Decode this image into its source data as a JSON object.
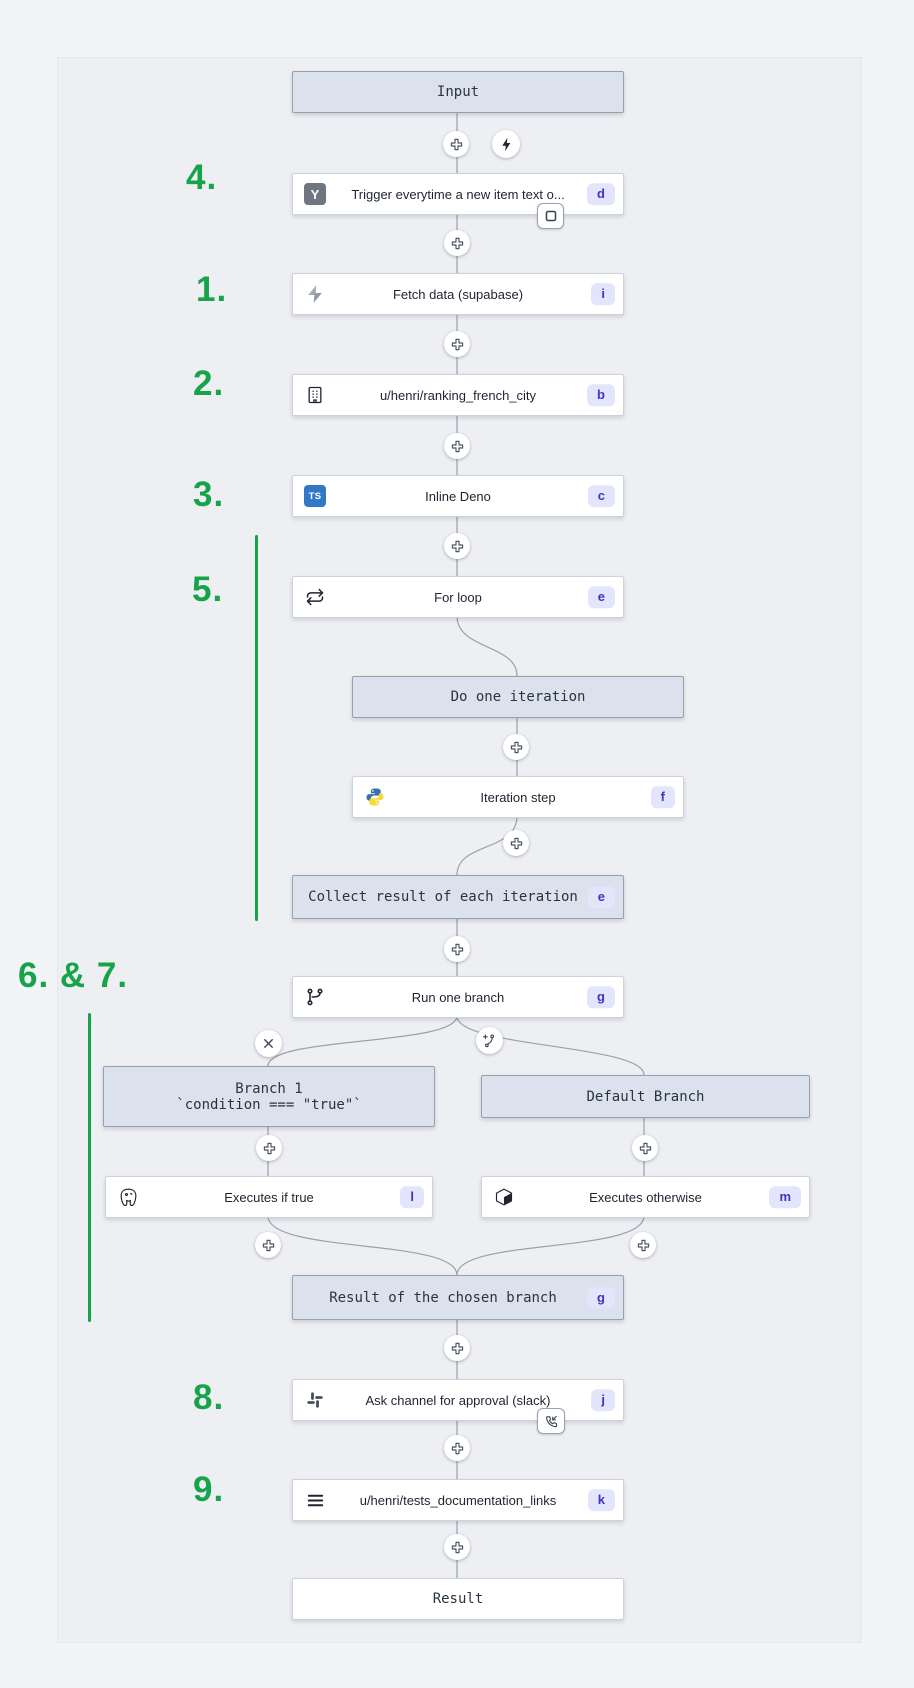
{
  "flow": {
    "input": {
      "label": "Input"
    },
    "trigger": {
      "label": "Trigger everytime a new item text o...",
      "badge": "d",
      "icon_text": "Y"
    },
    "fetch": {
      "label": "Fetch data (supabase)",
      "badge": "i"
    },
    "ranking": {
      "label": "u/henri/ranking_french_city",
      "badge": "b"
    },
    "deno": {
      "label": "Inline Deno",
      "badge": "c",
      "icon_text": "TS"
    },
    "forloop": {
      "label": "For loop",
      "badge": "e"
    },
    "do_iteration": {
      "label": "Do one iteration"
    },
    "iteration_step": {
      "label": "Iteration step",
      "badge": "f"
    },
    "collect": {
      "label": "Collect result of each iteration",
      "badge": "e"
    },
    "run_branch": {
      "label": "Run one branch",
      "badge": "g"
    },
    "branch1": {
      "label": "Branch 1",
      "condition": "`condition === \"true\"`"
    },
    "default_branch": {
      "label": "Default Branch"
    },
    "exec_true": {
      "label": "Executes if true",
      "badge": "l"
    },
    "exec_otherwise": {
      "label": "Executes otherwise",
      "badge": "m"
    },
    "chosen_result": {
      "label": "Result of the chosen branch",
      "badge": "g"
    },
    "slack": {
      "label": "Ask channel for approval (slack)",
      "badge": "j"
    },
    "tests": {
      "label": "u/henri/tests_documentation_links",
      "badge": "k"
    },
    "result": {
      "label": "Result"
    }
  },
  "annotations": {
    "step4": "4.",
    "step1": "1.",
    "step2": "2.",
    "step3": "3.",
    "step5": "5.",
    "step6_7": "6. & 7.",
    "step8": "8.",
    "step9": "9."
  },
  "icons": {
    "add": "plus-icon",
    "trigger_toggle": "lightning-icon",
    "delete_branch": "x-icon",
    "add_branch": "branch-plus-icon",
    "early_stop": "square-icon",
    "suspend": "phone-incoming-icon",
    "trigger_app": "hackernews-icon",
    "fetch_app": "supabase-icon",
    "ranking_app": "building-icon",
    "deno_app": "typescript-icon",
    "forloop_glyph": "repeat-icon",
    "iteration_app": "python-icon",
    "branch_glyph": "git-branch-icon",
    "exec_true_app": "postgresql-icon",
    "exec_otherwise_app": "cube-icon",
    "slack_app": "slack-icon",
    "tests_app": "menu-icon"
  },
  "colors": {
    "annotation_green": "#17a34a",
    "badge_bg": "#e2e5fc",
    "badge_text": "#4334bd",
    "virtual_node_bg": "#dbe2ee",
    "node_bg": "#ffffff",
    "canvas_bg": "#edeff3",
    "connector": "#9aa1ac",
    "typescript_blue": "#3178c6",
    "hn_gray": "#6e7680",
    "python_blue": "#3874a8",
    "python_yellow": "#fdd835"
  }
}
